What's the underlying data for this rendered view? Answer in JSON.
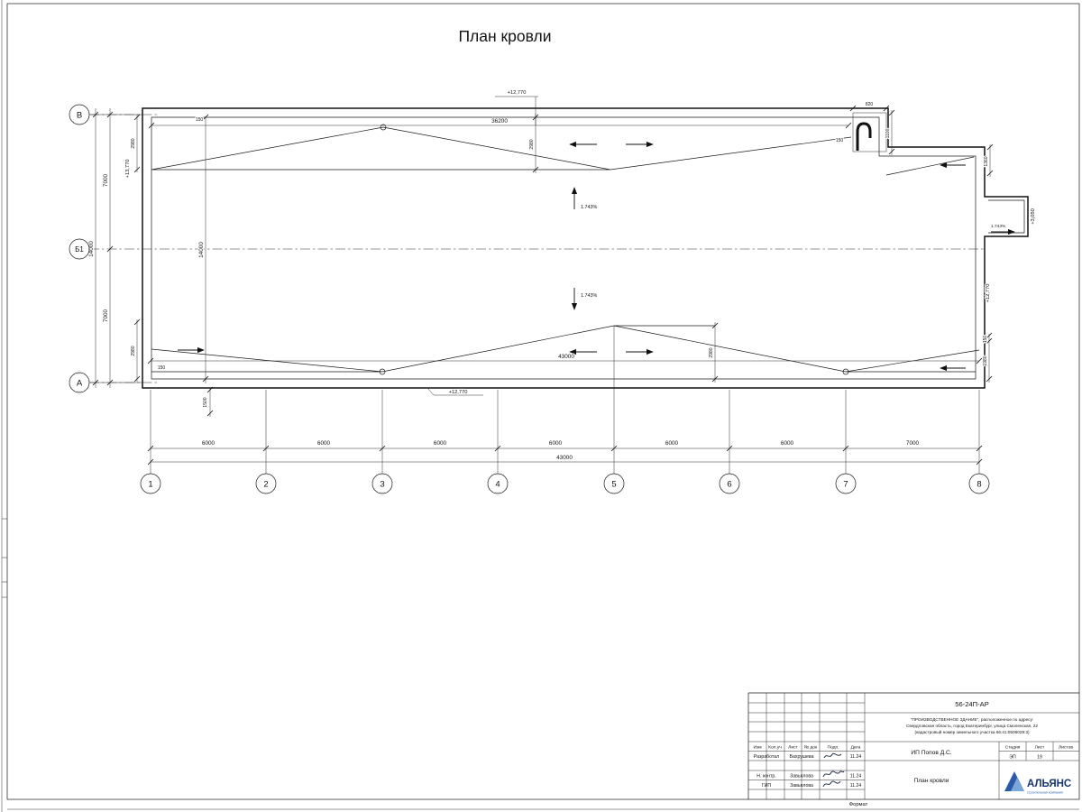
{
  "sheet": {
    "title": "План кровли",
    "format_label": "Формат"
  },
  "plan": {
    "slope_pct": "1.743%",
    "elev_top": "+12,770",
    "elev_bottom": "+12,770",
    "elev_right": "+12,770",
    "elev_parapet": "+13,770",
    "elev_canopy": "+3,050",
    "dim_36200": "36200",
    "dim_43000_inner": "43000",
    "dim_43000_total": "43000",
    "dim_14000_left": "14000",
    "dim_14000_inner": "14000",
    "dim_7000_upper": "7000",
    "dim_7000_lower": "7000",
    "dim_2980_tl": "2980",
    "dim_2980_tm": "2980",
    "dim_2980_bl": "2980",
    "dim_2980_bm": "2980",
    "dim_150_tl": "150",
    "dim_150_bl": "150",
    "dim_150_tr": "150",
    "dim_150_r": "150",
    "dim_1980_r": "1980",
    "dim_1500_bl": "1500",
    "dim_820": "820",
    "dim_1100": "1100",
    "dim_1360": "1360",
    "segments": [
      "6000",
      "6000",
      "6000",
      "6000",
      "6000",
      "6000",
      "7000"
    ],
    "axes_rows": [
      "В",
      "Б1",
      "А"
    ],
    "axes_cols": [
      "1",
      "2",
      "3",
      "4",
      "5",
      "6",
      "7",
      "8"
    ]
  },
  "titleblock": {
    "doc_number": "56-24П-АР",
    "project_desc_1": "\"ПРОИЗВОДСТВЕННОЕ ЗДАНИЕ\", расположенное по адресу:",
    "project_desc_2": "Свердловская область, город Екатеринбург, улица Смоленская, 22",
    "project_desc_3": "(кадастровый номер земельного участка 66:41:0506029:3)",
    "col_izm": "Изм",
    "col_koluch": "Кол.уч",
    "col_list": "Лист",
    "col_ndok": "№ док",
    "col_podp": "Подп.",
    "col_data": "Дата",
    "row_dev_role": "Разработал",
    "row_dev_name": "Вахрушева",
    "row_dev_date": "11.24",
    "row_ncontr_role": "Н. контр.",
    "row_ncontr_name": "Завьялова",
    "row_ncontr_date": "11.24",
    "row_gip_role": "ГИП",
    "row_gip_name": "Завьялова",
    "row_gip_date": "11.24",
    "client": "ИП Попов Д.С.",
    "stage_label": "Стадия",
    "sheet_label": "Лист",
    "sheets_label": "Листов",
    "stage_value": "ЭП",
    "sheet_value": "19",
    "drawing_title": "План кровли",
    "logo_name": "АЛЬЯНС",
    "logo_sub": "строительная компания"
  }
}
